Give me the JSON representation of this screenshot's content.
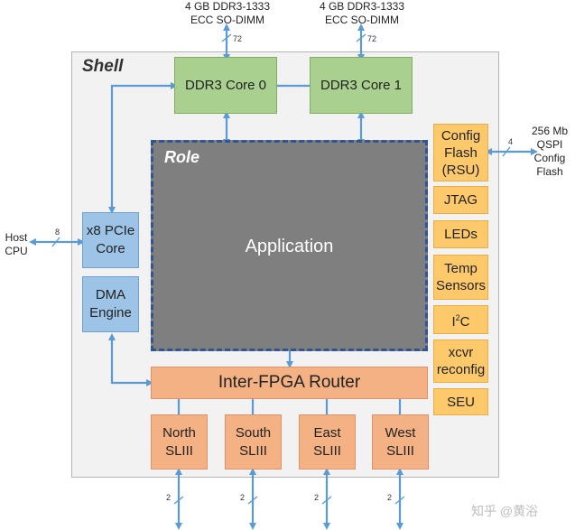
{
  "shell": {
    "label": "Shell"
  },
  "role": {
    "label": "Role",
    "application": "Application"
  },
  "memory": [
    {
      "core": "DDR3 Core 0",
      "dimm_line1": "4 GB DDR3-1333",
      "dimm_line2": "ECC SO-DIMM",
      "width": "72"
    },
    {
      "core": "DDR3 Core 1",
      "dimm_line1": "4 GB DDR3-1333",
      "dimm_line2": "ECC SO-DIMM",
      "width": "72"
    }
  ],
  "pcie": {
    "line1": "x8 PCIe",
    "line2": "Core",
    "width": "8"
  },
  "dma": {
    "line1": "DMA",
    "line2": "Engine"
  },
  "host": {
    "line1": "Host",
    "line2": "CPU"
  },
  "router": {
    "label": "Inter-FPGA Router"
  },
  "links": [
    {
      "line1": "North",
      "line2": "SLIII",
      "width": "2"
    },
    {
      "line1": "South",
      "line2": "SLIII",
      "width": "2"
    },
    {
      "line1": "East",
      "line2": "SLIII",
      "width": "2"
    },
    {
      "line1": "West",
      "line2": "SLIII",
      "width": "2"
    }
  ],
  "peripherals": {
    "config_flash": {
      "line1": "Config",
      "line2": "Flash",
      "line3": "(RSU)"
    },
    "jtag": "JTAG",
    "leds": "LEDs",
    "temp": {
      "line1": "Temp",
      "line2": "Sensors"
    },
    "i2c": {
      "base": "I",
      "sup": "2",
      "tail": "C"
    },
    "xcvr": {
      "line1": "xcvr",
      "line2": "reconfig"
    },
    "seu": "SEU"
  },
  "flash": {
    "line1": "256 Mb",
    "line2": "QSPI",
    "line3": "Config",
    "line4": "Flash",
    "width": "4"
  },
  "watermark": "知乎 @黄浴"
}
